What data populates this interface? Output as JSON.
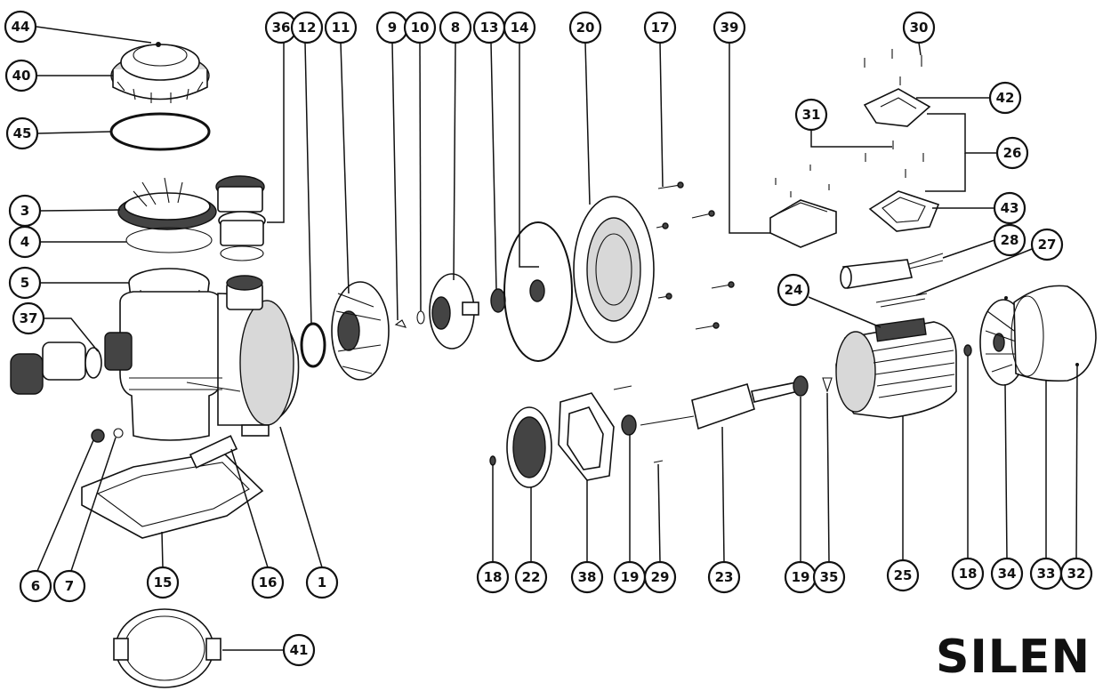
{
  "brand": "SILEN",
  "callouts": [
    "44",
    "40",
    "45",
    "3",
    "4",
    "5",
    "37",
    "36",
    "12",
    "11",
    "9",
    "10",
    "8",
    "13",
    "14",
    "20",
    "17",
    "39",
    "30",
    "42",
    "31",
    "26",
    "43",
    "28",
    "27",
    "24",
    "6",
    "7",
    "15",
    "16",
    "1",
    "18",
    "22",
    "38",
    "19",
    "29",
    "23",
    "19",
    "35",
    "25",
    "18",
    "34",
    "33",
    "32",
    "41"
  ]
}
